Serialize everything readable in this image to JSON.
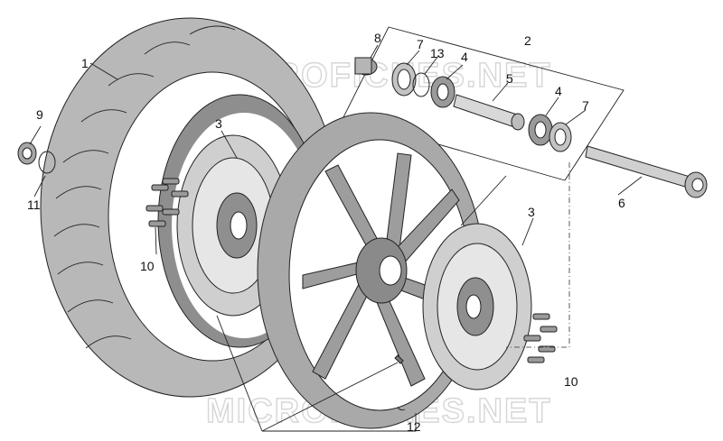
{
  "watermark": {
    "text": "MICROFICHES.NET"
  },
  "callouts": [
    {
      "id": "c1",
      "text": "1"
    },
    {
      "id": "c2",
      "text": "2"
    },
    {
      "id": "c3a",
      "text": "3"
    },
    {
      "id": "c3b",
      "text": "3"
    },
    {
      "id": "c4a",
      "text": "4"
    },
    {
      "id": "c4b",
      "text": "4"
    },
    {
      "id": "c5",
      "text": "5"
    },
    {
      "id": "c6",
      "text": "6"
    },
    {
      "id": "c7a",
      "text": "7"
    },
    {
      "id": "c7b",
      "text": "7"
    },
    {
      "id": "c8",
      "text": "8"
    },
    {
      "id": "c9",
      "text": "9"
    },
    {
      "id": "c10a",
      "text": "10"
    },
    {
      "id": "c10b",
      "text": "10"
    },
    {
      "id": "c11",
      "text": "11"
    },
    {
      "id": "c12",
      "text": "12"
    },
    {
      "id": "c13",
      "text": "13"
    }
  ],
  "colors": {
    "tire": "#b8b8b8",
    "tire_dark": "#8e8e8e",
    "rim": "#a9a9a9",
    "disc": "#cfcfcf",
    "bearing": "#9a9a9a",
    "line": "#222222"
  }
}
